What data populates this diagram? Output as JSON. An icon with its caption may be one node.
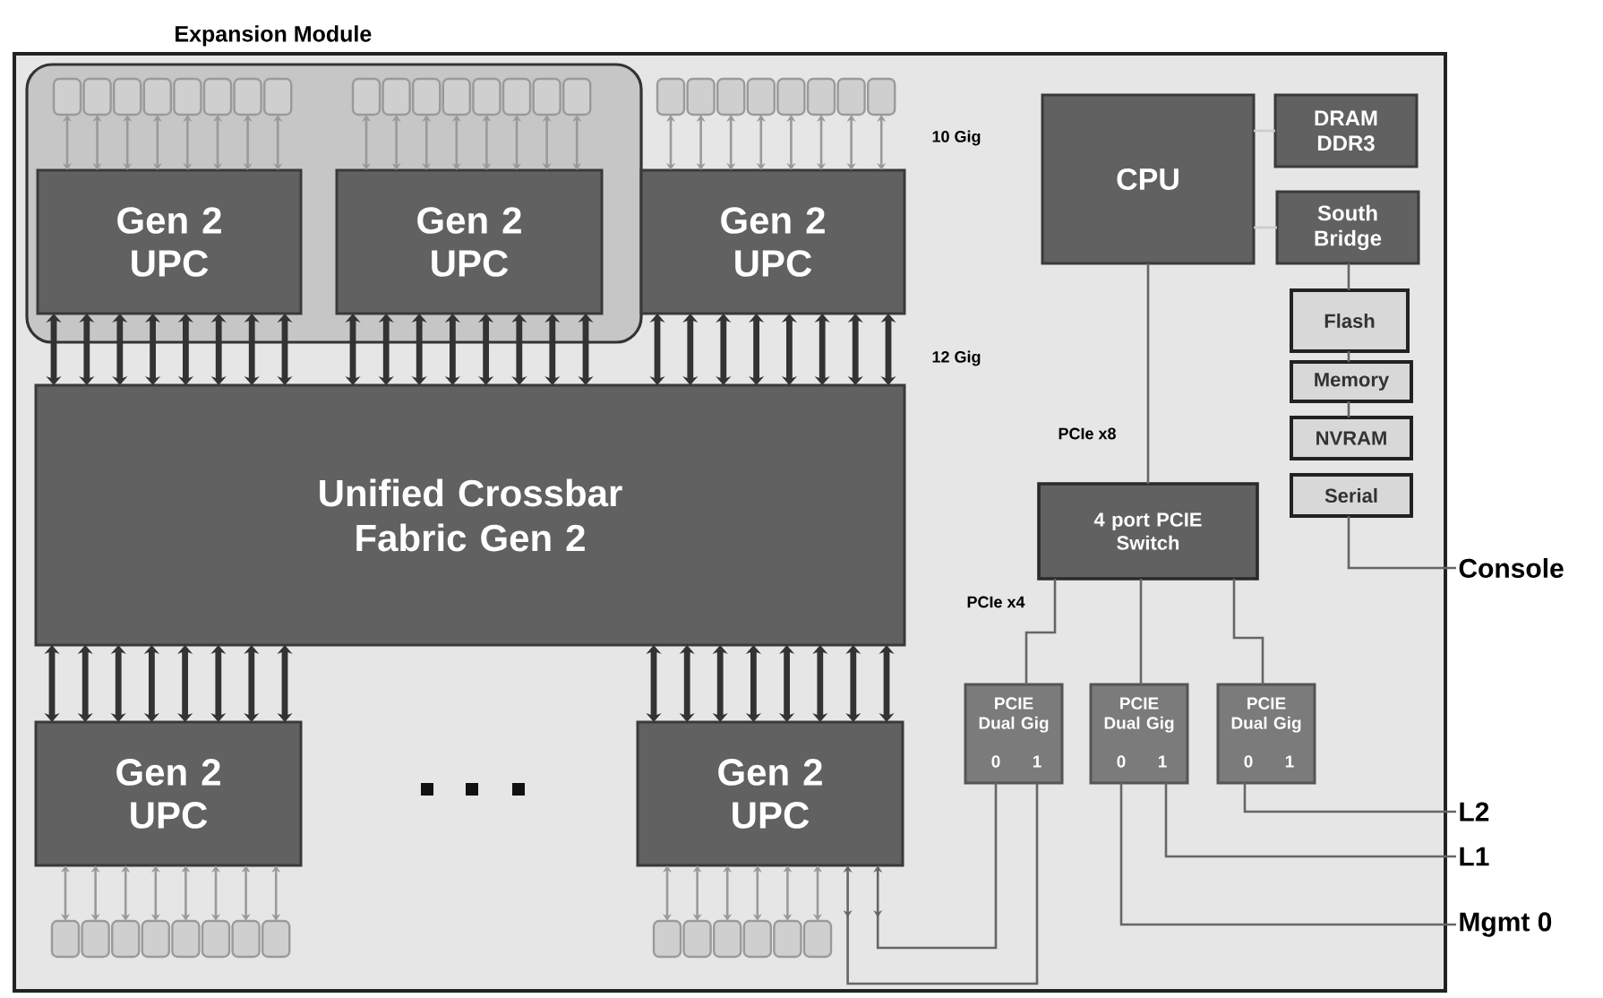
{
  "diagram": {
    "nodes": [
      {
        "text": [
          "Expansion Module"
        ]
      },
      {
        "text": [],
        "shape": "box",
        "in": 0
      },
      {
        "text": [
          "Gen 2 UPC"
        ],
        "in": 1
      },
      {
        "text": [
          "Gen 2 UPC"
        ],
        "in": 1
      },
      {
        "text": [
          "Gen 2 UPC"
        ],
        "in": 0
      },
      {
        "text": [
          "Unified Crossbar Fabric Gen 2"
        ],
        "in": 0
      },
      {
        "text": [
          "Gen 2 UPC"
        ],
        "in": 0
      },
      {
        "text": [
          "Gen 2 UPC"
        ],
        "in": 0
      },
      {
        "text": [
          "CPU"
        ],
        "in": 0
      },
      {
        "text": [
          "DRAM DDR3"
        ],
        "in": 0
      },
      {
        "text": [
          "South Bridge"
        ],
        "in": 0
      },
      {
        "text": [
          "Flash"
        ],
        "in": 0
      },
      {
        "text": [
          "Memory"
        ],
        "in": 0
      },
      {
        "text": [
          "NVRAM"
        ],
        "in": 0
      },
      {
        "text": [
          "Serial"
        ],
        "in": 0
      },
      {
        "text": [
          "4 port PCIE Switch"
        ],
        "in": 0
      },
      {
        "text": [
          "PCIE Dual Gig",
          "0",
          "1"
        ],
        "in": 0
      },
      {
        "text": [
          "PCIE Dual Gig",
          "0",
          "1"
        ],
        "in": 0
      },
      {
        "text": [
          "PCIE Dual Gig",
          "0",
          "1"
        ],
        "in": 0
      },
      {
        "text": [
          "Console"
        ]
      },
      {
        "text": [
          "L2"
        ]
      },
      {
        "text": [
          "L1"
        ]
      },
      {
        "text": [
          "Mgmt 0"
        ]
      },
      {
        "text": [],
        "shape": "box",
        "in": 1
      },
      {
        "text": [],
        "shape": "box",
        "in": 1
      },
      {
        "text": [],
        "shape": "box",
        "in": 1
      },
      {
        "text": [],
        "shape": "box",
        "in": 1
      },
      {
        "text": [],
        "shape": "box",
        "in": 1
      },
      {
        "text": [],
        "shape": "box",
        "in": 1
      },
      {
        "text": [],
        "shape": "box",
        "in": 1
      },
      {
        "text": [],
        "shape": "box",
        "in": 1
      },
      {
        "text": [],
        "shape": "box",
        "in": 1
      },
      {
        "text": [],
        "shape": "box",
        "in": 1
      },
      {
        "text": [],
        "shape": "box",
        "in": 1
      },
      {
        "text": [],
        "shape": "box",
        "in": 1
      },
      {
        "text": [],
        "shape": "box",
        "in": 1
      },
      {
        "text": [],
        "shape": "box",
        "in": 1
      },
      {
        "text": [],
        "shape": "box",
        "in": 1
      },
      {
        "text": [],
        "shape": "box",
        "in": 1
      },
      {
        "text": [],
        "shape": "box",
        "in": 0
      },
      {
        "text": [],
        "shape": "box",
        "in": 0
      },
      {
        "text": [],
        "shape": "box",
        "in": 0
      },
      {
        "text": [],
        "shape": "box",
        "in": 0
      },
      {
        "text": [],
        "shape": "box",
        "in": 0
      },
      {
        "text": [],
        "shape": "box",
        "in": 0
      },
      {
        "text": [],
        "shape": "box",
        "in": 0
      },
      {
        "text": [],
        "shape": "box",
        "in": 0
      },
      {
        "text": [],
        "shape": "box",
        "in": 0
      },
      {
        "text": [],
        "shape": "box",
        "in": 0
      },
      {
        "text": [],
        "shape": "box",
        "in": 0
      },
      {
        "text": [],
        "shape": "box",
        "in": 0
      },
      {
        "text": [],
        "shape": "box",
        "in": 0
      },
      {
        "text": [],
        "shape": "box",
        "in": 0
      },
      {
        "text": [],
        "shape": "box",
        "in": 0
      },
      {
        "text": [],
        "shape": "box",
        "in": 0
      },
      {
        "text": [],
        "shape": "box",
        "in": 0
      },
      {
        "text": [],
        "shape": "box",
        "in": 0
      },
      {
        "text": [],
        "shape": "box",
        "in": 0
      },
      {
        "text": [],
        "shape": "box",
        "in": 0
      },
      {
        "text": [],
        "shape": "box",
        "in": 0
      },
      {
        "text": [],
        "shape": "box",
        "in": 0
      }
    ],
    "edges": [
      {
        "from": 2,
        "to": 5,
        "arrow": "both",
        "style": "thick"
      },
      {
        "from": 2,
        "to": 5,
        "arrow": "both",
        "style": "thick"
      },
      {
        "from": 2,
        "to": 5,
        "arrow": "both",
        "style": "thick"
      },
      {
        "from": 2,
        "to": 5,
        "arrow": "both",
        "style": "thick"
      },
      {
        "from": 2,
        "to": 5,
        "arrow": "both",
        "style": "thick"
      },
      {
        "from": 2,
        "to": 5,
        "arrow": "both",
        "style": "thick"
      },
      {
        "from": 2,
        "to": 5,
        "arrow": "both",
        "style": "thick"
      },
      {
        "from": 2,
        "to": 5,
        "arrow": "both",
        "style": "thick"
      },
      {
        "from": 3,
        "to": 5,
        "arrow": "both",
        "style": "thick"
      },
      {
        "from": 3,
        "to": 5,
        "arrow": "both",
        "style": "thick"
      },
      {
        "from": 3,
        "to": 5,
        "arrow": "both",
        "style": "thick"
      },
      {
        "from": 3,
        "to": 5,
        "arrow": "both",
        "style": "thick"
      },
      {
        "from": 3,
        "to": 5,
        "arrow": "both",
        "style": "thick"
      },
      {
        "from": 3,
        "to": 5,
        "arrow": "both",
        "style": "thick"
      },
      {
        "from": 3,
        "to": 5,
        "arrow": "both",
        "style": "thick"
      },
      {
        "from": 3,
        "to": 5,
        "arrow": "both",
        "style": "thick"
      },
      {
        "from": 4,
        "to": 5,
        "arrow": "both",
        "style": "thick"
      },
      {
        "from": 4,
        "to": 5,
        "arrow": "both",
        "style": "thick"
      },
      {
        "from": 4,
        "to": 5,
        "arrow": "both",
        "style": "thick"
      },
      {
        "from": 4,
        "to": 5,
        "arrow": "both",
        "style": "thick"
      },
      {
        "from": 4,
        "to": 5,
        "arrow": "both",
        "style": "thick"
      },
      {
        "from": 4,
        "to": 5,
        "arrow": "both",
        "style": "thick"
      },
      {
        "from": 4,
        "to": 5,
        "arrow": "both",
        "style": "thick"
      },
      {
        "from": 4,
        "to": 5,
        "arrow": "both",
        "style": "thick"
      },
      {
        "from": 6,
        "to": 5,
        "arrow": "both",
        "style": "thick"
      },
      {
        "from": 6,
        "to": 5,
        "arrow": "both",
        "style": "thick"
      },
      {
        "from": 6,
        "to": 5,
        "arrow": "both",
        "style": "thick"
      },
      {
        "from": 6,
        "to": 5,
        "arrow": "both",
        "style": "thick"
      },
      {
        "from": 6,
        "to": 5,
        "arrow": "both",
        "style": "thick"
      },
      {
        "from": 6,
        "to": 5,
        "arrow": "both",
        "style": "thick"
      },
      {
        "from": 6,
        "to": 5,
        "arrow": "both",
        "style": "thick"
      },
      {
        "from": 6,
        "to": 5,
        "arrow": "both",
        "style": "thick"
      },
      {
        "from": 7,
        "to": 5,
        "arrow": "both",
        "style": "thick"
      },
      {
        "from": 7,
        "to": 5,
        "arrow": "both",
        "style": "thick"
      },
      {
        "from": 7,
        "to": 5,
        "arrow": "both",
        "style": "thick"
      },
      {
        "from": 7,
        "to": 5,
        "arrow": "both",
        "style": "thick"
      },
      {
        "from": 7,
        "to": 5,
        "arrow": "both",
        "style": "thick"
      },
      {
        "from": 7,
        "to": 5,
        "arrow": "both",
        "style": "thick"
      },
      {
        "from": 7,
        "to": 5,
        "arrow": "both",
        "style": "thick"
      },
      {
        "from": 7,
        "to": 5,
        "arrow": "both",
        "style": "thick"
      },
      {
        "from": 23,
        "to": 2,
        "arrow": "both",
        "color": "#9a9a9a"
      },
      {
        "from": 24,
        "to": 2,
        "arrow": "both",
        "color": "#9a9a9a"
      },
      {
        "from": 25,
        "to": 2,
        "arrow": "both",
        "color": "#9a9a9a"
      },
      {
        "from": 26,
        "to": 2,
        "arrow": "both",
        "color": "#9a9a9a"
      },
      {
        "from": 27,
        "to": 2,
        "arrow": "both",
        "color": "#9a9a9a"
      },
      {
        "from": 28,
        "to": 2,
        "arrow": "both",
        "color": "#9a9a9a"
      },
      {
        "from": 29,
        "to": 2,
        "arrow": "both",
        "color": "#9a9a9a"
      },
      {
        "from": 30,
        "to": 2,
        "arrow": "both",
        "color": "#9a9a9a"
      },
      {
        "from": 31,
        "to": 3,
        "arrow": "both",
        "color": "#9a9a9a"
      },
      {
        "from": 32,
        "to": 3,
        "arrow": "both",
        "color": "#9a9a9a"
      },
      {
        "from": 33,
        "to": 3,
        "arrow": "both",
        "color": "#9a9a9a"
      },
      {
        "from": 34,
        "to": 3,
        "arrow": "both",
        "color": "#9a9a9a"
      },
      {
        "from": 35,
        "to": 3,
        "arrow": "both",
        "color": "#9a9a9a"
      },
      {
        "from": 36,
        "to": 3,
        "arrow": "both",
        "color": "#9a9a9a"
      },
      {
        "from": 37,
        "to": 3,
        "arrow": "both",
        "color": "#9a9a9a"
      },
      {
        "from": 38,
        "to": 3,
        "arrow": "both",
        "color": "#9a9a9a"
      },
      {
        "from": 39,
        "to": 4,
        "arrow": "both",
        "color": "#9a9a9a"
      },
      {
        "from": 40,
        "to": 4,
        "arrow": "both",
        "color": "#9a9a9a"
      },
      {
        "from": 41,
        "to": 4,
        "arrow": "both",
        "color": "#9a9a9a"
      },
      {
        "from": 42,
        "to": 4,
        "arrow": "both",
        "color": "#9a9a9a"
      },
      {
        "from": 43,
        "to": 4,
        "arrow": "both",
        "color": "#9a9a9a"
      },
      {
        "from": 44,
        "to": 4,
        "arrow": "both",
        "color": "#9a9a9a"
      },
      {
        "from": 45,
        "to": 4,
        "arrow": "both",
        "color": "#9a9a9a"
      },
      {
        "from": 46,
        "to": 4,
        "arrow": "both",
        "color": "#9a9a9a"
      },
      {
        "from": 47,
        "to": 6,
        "arrow": "both",
        "color": "#9a9a9a"
      },
      {
        "from": 48,
        "to": 6,
        "arrow": "both",
        "color": "#9a9a9a"
      },
      {
        "from": 49,
        "to": 6,
        "arrow": "both",
        "color": "#9a9a9a"
      },
      {
        "from": 50,
        "to": 6,
        "arrow": "both",
        "color": "#9a9a9a"
      },
      {
        "from": 51,
        "to": 6,
        "arrow": "both",
        "color": "#9a9a9a"
      },
      {
        "from": 52,
        "to": 6,
        "arrow": "both",
        "color": "#9a9a9a"
      },
      {
        "from": 53,
        "to": 6,
        "arrow": "both",
        "color": "#9a9a9a"
      },
      {
        "from": 54,
        "to": 6,
        "arrow": "both",
        "color": "#9a9a9a"
      },
      {
        "from": 55,
        "to": 7,
        "arrow": "both",
        "color": "#9a9a9a"
      },
      {
        "from": 56,
        "to": 7,
        "arrow": "both",
        "color": "#9a9a9a"
      },
      {
        "from": 57,
        "to": 7,
        "arrow": "both",
        "color": "#9a9a9a"
      },
      {
        "from": 58,
        "to": 7,
        "arrow": "both",
        "color": "#9a9a9a"
      },
      {
        "from": 59,
        "to": 7,
        "arrow": "both",
        "color": "#9a9a9a"
      },
      {
        "from": 60,
        "to": 7,
        "arrow": "both",
        "color": "#9a9a9a"
      },
      {
        "from": 8,
        "to": 9,
        "arrow": "none",
        "color": "#cccccc"
      },
      {
        "from": 8,
        "to": 10,
        "arrow": "none",
        "color": "#cccccc"
      },
      {
        "from": 10,
        "to": 11,
        "arrow": "none",
        "color": "#666666"
      },
      {
        "from": 11,
        "to": 12,
        "arrow": "none",
        "color": "#666666"
      },
      {
        "from": 12,
        "to": 13,
        "arrow": "none",
        "color": "#666666"
      },
      {
        "from": 8,
        "to": 15,
        "arrow": "none",
        "label": "PCIe x8",
        "color": "#666666"
      },
      {
        "from": 15,
        "to": 16,
        "arrow": "none",
        "label": "PCIe x4",
        "color": "#666666"
      },
      {
        "from": 15,
        "to": 17,
        "arrow": "none",
        "color": "#666666"
      },
      {
        "from": 15,
        "to": 18,
        "arrow": "none",
        "color": "#666666"
      },
      {
        "from": 14,
        "to": 19,
        "arrow": "none",
        "color": "#666666"
      },
      {
        "from": 18,
        "to": 20,
        "arrow": "none",
        "color": "#666666"
      },
      {
        "from": 17,
        "to": 21,
        "arrow": "none",
        "color": "#666666"
      },
      {
        "from": 17,
        "to": 22,
        "arrow": "none",
        "color": "#666666"
      },
      {
        "from": 16,
        "to": 7,
        "arrow": "to",
        "color": "#666666"
      },
      {
        "from": 16,
        "to": 7,
        "arrow": "to",
        "color": "#666666"
      }
    ],
    "labels": [
      "10 Gig",
      "12 Gig"
    ]
  }
}
